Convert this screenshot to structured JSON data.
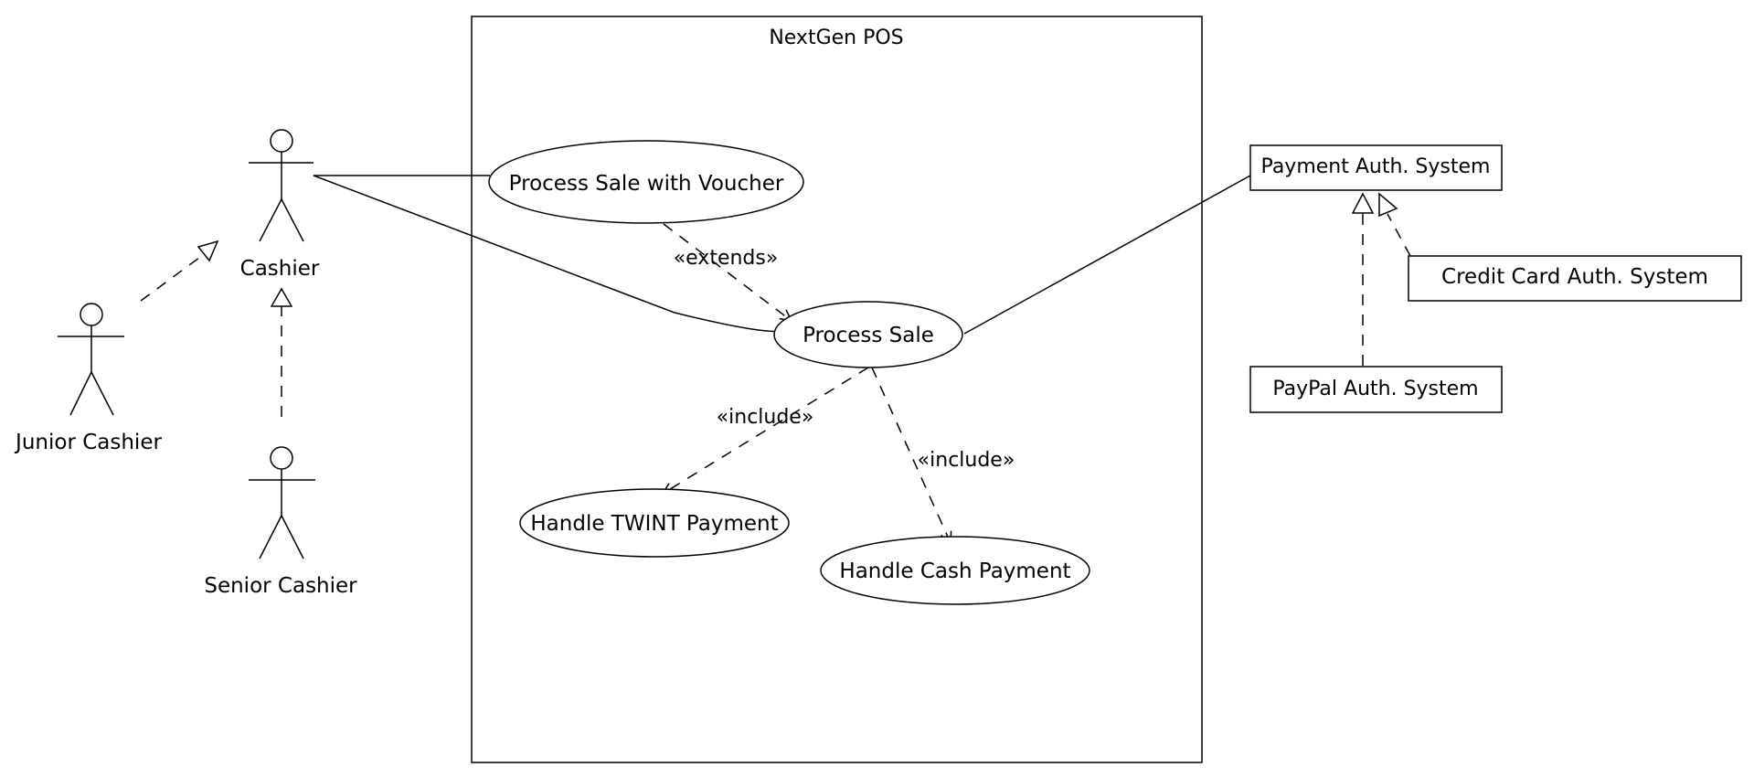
{
  "system": {
    "title": "NextGen POS"
  },
  "actors": {
    "cashier": "Cashier",
    "junior_cashier": "Junior Cashier",
    "senior_cashier": "Senior Cashier"
  },
  "use_cases": {
    "process_sale_voucher": "Process Sale with Voucher",
    "process_sale": "Process Sale",
    "handle_twint": "Handle TWINT Payment",
    "handle_cash": "Handle Cash Payment"
  },
  "relations": {
    "extends": "«extends»",
    "include_twint": "«include»",
    "include_cash": "«include»"
  },
  "external_systems": {
    "payment_auth": "Payment Auth. System",
    "credit_card_auth": "Credit Card Auth. System",
    "paypal_auth": "PayPal Auth. System"
  }
}
